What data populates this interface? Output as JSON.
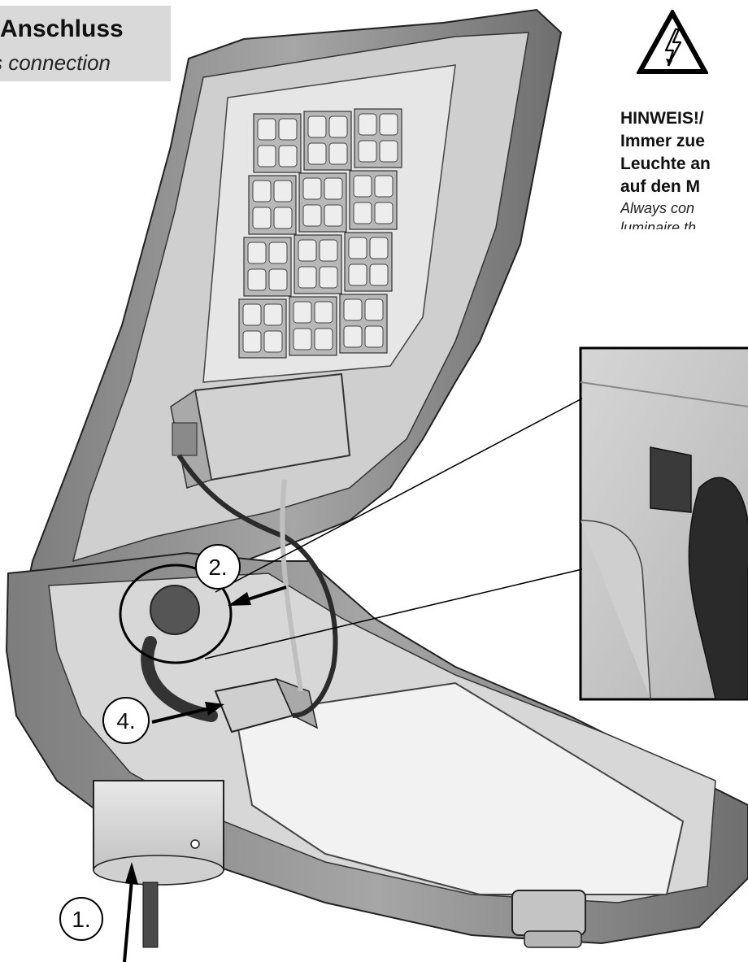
{
  "title": {
    "main": "-Anschluss",
    "sub": "s connection"
  },
  "warning": {
    "icon": "high-voltage-warning-icon",
    "lines": [
      "HINWEIS!/",
      "Immer zue",
      "Leuchte an",
      "auf den M"
    ],
    "english_lines": [
      "Always con",
      "luminaire th"
    ]
  },
  "steps": {
    "step1": "1.",
    "step2": "2.",
    "step4": "4."
  },
  "colors": {
    "title_bg": "#d9d9d9",
    "housing": "#8f8f8f",
    "housing_dark": "#6a6a6a",
    "led_module": "#c9c9c9",
    "cable": "#2b2b2b"
  }
}
